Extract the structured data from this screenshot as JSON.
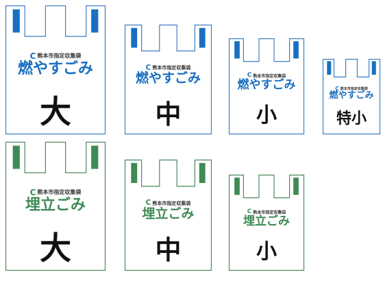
{
  "colors": {
    "burnable": "#1a6fc0",
    "landfill": "#3f8a55",
    "bag_outline_burnable": "#3d7ec4",
    "bag_outline_landfill": "#4a8a5c",
    "size_text": "#111111"
  },
  "common": {
    "logo_mark": "C",
    "city_label": "熊本市指定収集袋"
  },
  "bags": {
    "burn_large": {
      "type": "燃やすごみ",
      "size": "大"
    },
    "burn_medium": {
      "type": "燃やすごみ",
      "size": "中"
    },
    "burn_small": {
      "type": "燃やすごみ",
      "size": "小"
    },
    "burn_extra_small": {
      "type": "燃やすごみ",
      "size": "特小"
    },
    "landfill_large": {
      "type": "埋立ごみ",
      "size": "大"
    },
    "landfill_medium": {
      "type": "埋立ごみ",
      "size": "中"
    },
    "landfill_small": {
      "type": "埋立ごみ",
      "size": "小"
    }
  }
}
